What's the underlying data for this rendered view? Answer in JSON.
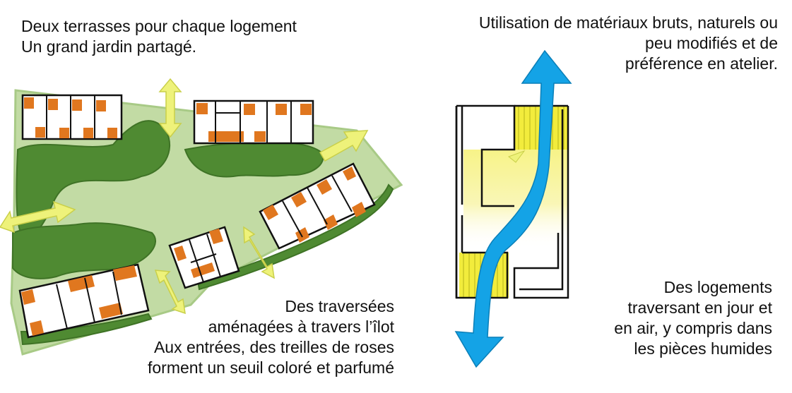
{
  "captions": {
    "top_left": [
      "Deux terrasses pour chaque logement",
      "Un grand jardin partagé."
    ],
    "top_right": [
      "Utilisation de matériaux bruts, naturels ou",
      "peu modifiés et de",
      "préférence en atelier."
    ],
    "bottom_center": [
      "Des traversées",
      "aménagées à travers l’îlot",
      "Aux entrées, des treilles de roses",
      "forment un seuil coloré et parfumé"
    ],
    "bottom_right": [
      "Des logements",
      "traversant en jour et",
      "en air, y compris dans",
      "les pièces humides"
    ]
  },
  "colors": {
    "garden": "#c2dba4",
    "trees": "#4f8a32",
    "terrace": "#e0771f",
    "access_arrow": "#eef27a",
    "air_arrow": "#14a3e6",
    "light_zone": "#f5f06a"
  }
}
